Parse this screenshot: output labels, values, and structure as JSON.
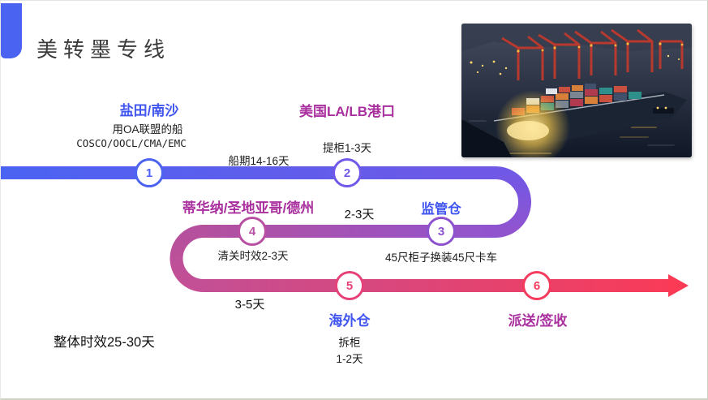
{
  "slide": {
    "title": "美转墨专线",
    "overall_lead_time": "整体时效25-30天"
  },
  "photo": {
    "name": "night-container-port-photo",
    "description": "Container ship loaded at a port under red gantry cranes at night"
  },
  "timeline": {
    "direction": "S-shaped left-to-right flow ending in arrow",
    "gradient": [
      "#4b63f2",
      "#7058e6",
      "#9154cf",
      "#b4509e",
      "#c44f94",
      "#fb3a56"
    ],
    "nodes": [
      {
        "num": "1",
        "label": "盐田/南沙",
        "note1": "用OA联盟的船",
        "note2": "COSCO/OOCL/CMA/EMC",
        "accent": "#4c63f2",
        "label_color": "#4156f0"
      },
      {
        "num": "2",
        "label": "美国LA/LB港口",
        "note1": "提柜1-3天",
        "accent": "#7059e8",
        "label_color": "#a92f9e"
      },
      {
        "num": "3",
        "label": "监管仓",
        "note1": "45尺柜子换装45尺卡车",
        "accent": "#8d53cf",
        "label_color": "#4156f0"
      },
      {
        "num": "4",
        "label": "蒂华纳/圣地亚哥/德州",
        "note1": "清关时效2-3天",
        "accent": "#b84fa3",
        "label_color": "#a92f9e"
      },
      {
        "num": "5",
        "label": "海外仓",
        "note1": "拆柜",
        "note2": "1-2天",
        "accent": "#e64279",
        "label_color": "#4156f0"
      },
      {
        "num": "6",
        "label": "派送/签收",
        "accent": "#f53b5e",
        "label_color": "#a92f9e"
      }
    ],
    "transit_labels": [
      {
        "text": "船期14-16天"
      },
      {
        "text": "2-3天"
      },
      {
        "text": "3-5天"
      }
    ]
  }
}
